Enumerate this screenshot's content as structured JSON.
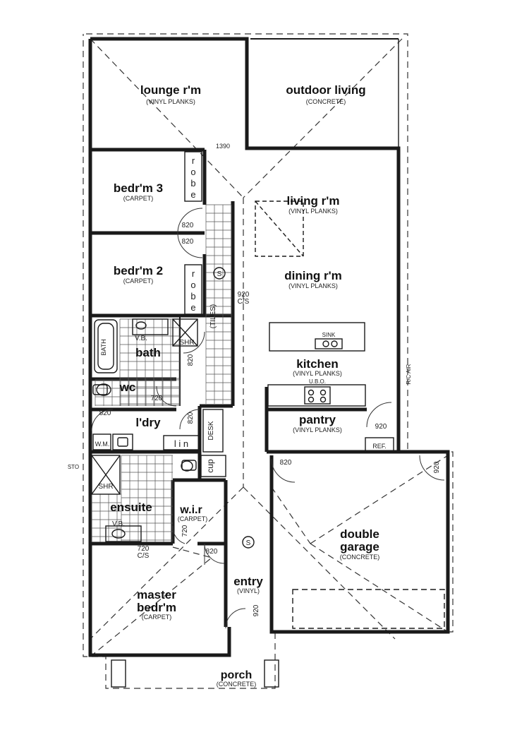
{
  "rooms": {
    "lounge": {
      "name": "lounge r'm",
      "finish": "(VINYL PLANKS)"
    },
    "outdoor": {
      "name": "outdoor living",
      "finish": "(CONCRETE)"
    },
    "bed3": {
      "name": "bedr'm 3",
      "finish": "(CARPET)"
    },
    "bed2": {
      "name": "bedr'm 2",
      "finish": "(CARPET)"
    },
    "living": {
      "name": "living r'm",
      "finish": "(VINYL PLANKS)"
    },
    "dining": {
      "name": "dining r'm",
      "finish": "(VINYL PLANKS)"
    },
    "kitchen": {
      "name": "kitchen",
      "finish": "(VINYL PLANKS)"
    },
    "pantry": {
      "name": "pantry",
      "finish": "(VINYL PLANKS)"
    },
    "bath": {
      "name": "bath"
    },
    "wc": {
      "name": "wc"
    },
    "ldry": {
      "name": "l'dry"
    },
    "ensuite": {
      "name": "ensuite"
    },
    "wir": {
      "name": "w.i.r",
      "finish": "(CARPET)"
    },
    "garage": {
      "name_line1": "double",
      "name_line2": "garage",
      "finish": "(CONCRETE)"
    },
    "entry": {
      "name": "entry",
      "finish": "(VINYL)"
    },
    "master": {
      "name_line1": "master",
      "name_line2": "bedr'm",
      "finish": "(CARPET)"
    },
    "porch": {
      "name": "porch",
      "finish": "(CONCRETE)"
    }
  },
  "labels": {
    "dim_1390": "1390",
    "robe3": [
      "r",
      "o",
      "b",
      "e"
    ],
    "robe2": [
      "r",
      "o",
      "b",
      "e"
    ],
    "door_820_bed3": "820",
    "door_820_bed2": "820",
    "hall_920": "920",
    "hall_cs": "C/S",
    "tiles": "(TILES)",
    "smoke": "S",
    "smoke2": "S",
    "bath_tub": "BATH",
    "vb_bath": "V.B.",
    "shr_bath": "SHR",
    "door_820_bath": "820",
    "door_720_wc": "720",
    "door_820_ldry_left": "820",
    "door_820_ldry_right": "820",
    "wm": "W.M.",
    "lin": "l i n",
    "desk": "DESK",
    "cup": "cup",
    "sto": "STO",
    "shr_ens": "SHR",
    "vb_ens": "V.B.",
    "ens_720": "720",
    "ens_cs": "C/S",
    "wir_720": "720",
    "door_820_wir": "820",
    "door_820_garage": "820",
    "door_920_entry": "920",
    "door_920_pantry": "920",
    "door_920_garage_side": "920",
    "sink": "SINK",
    "ubo": "U.B.O.",
    "ref": "REF.",
    "rc_air": "R/C AIR"
  },
  "colors": {
    "line": "#1a1a1a",
    "bg": "#ffffff"
  }
}
